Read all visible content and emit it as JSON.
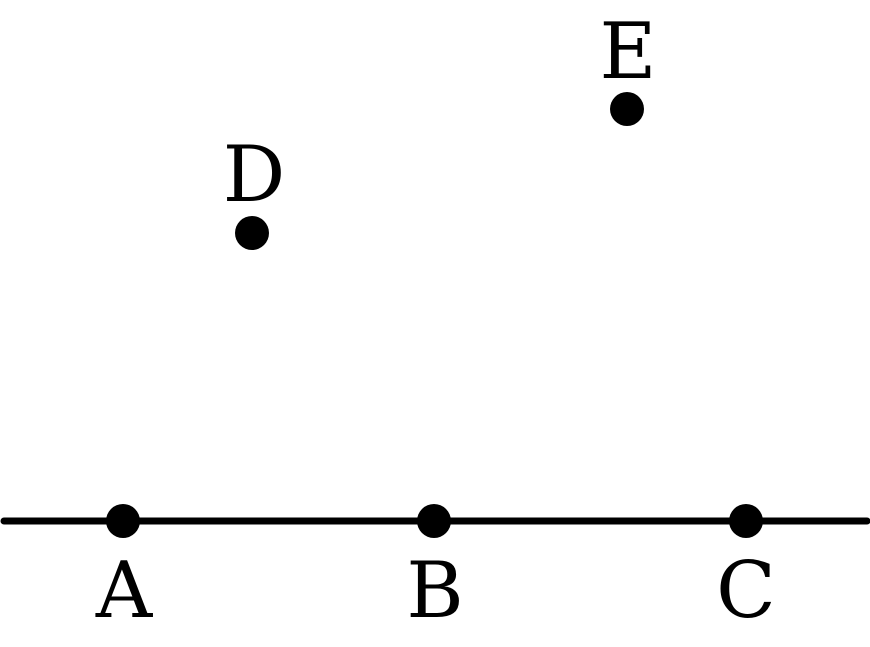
{
  "diagram": {
    "line_color": "#000000",
    "point_color": "#000000",
    "points": [
      {
        "id": "A",
        "label": "A"
      },
      {
        "id": "B",
        "label": "B"
      },
      {
        "id": "C",
        "label": "C"
      },
      {
        "id": "D",
        "label": "D"
      },
      {
        "id": "E",
        "label": "E"
      }
    ]
  }
}
